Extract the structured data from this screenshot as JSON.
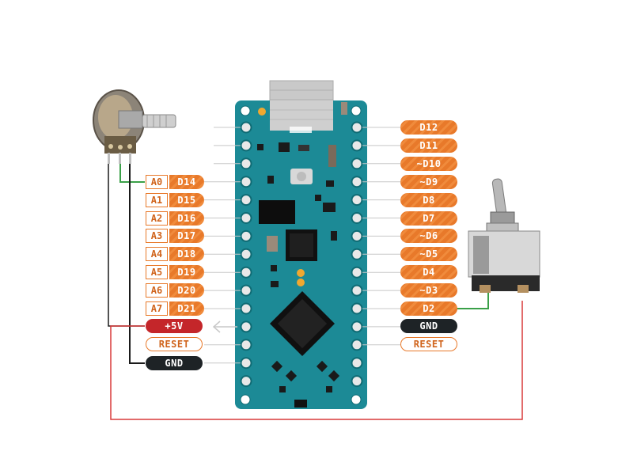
{
  "board": {
    "left_pins": [
      {
        "analog": "A0",
        "digital": "D14"
      },
      {
        "analog": "A1",
        "digital": "D15"
      },
      {
        "analog": "A2",
        "digital": "D16"
      },
      {
        "analog": "A3",
        "digital": "D17"
      },
      {
        "analog": "A4",
        "digital": "D18"
      },
      {
        "analog": "A5",
        "digital": "D19"
      },
      {
        "analog": "A6",
        "digital": "D20"
      },
      {
        "analog": "A7",
        "digital": "D21"
      }
    ],
    "left_power": {
      "vcc": "+5V",
      "reset": "RESET",
      "gnd": "GND"
    },
    "right_pins": [
      "D12",
      "D11",
      "~D10",
      "~D9",
      "D8",
      "D7",
      "~D6",
      "~D5",
      "D4",
      "~D3",
      "D2"
    ],
    "right_power": {
      "gnd": "GND",
      "reset": "RESET"
    }
  },
  "colors": {
    "board": "#1c8a96",
    "pin_orange": "#e8792a",
    "wire_red": "#d83a3a",
    "wire_black": "#1a1a1a",
    "wire_green": "#3aa048",
    "power_red": "#c4262a",
    "power_black": "#1e2326"
  },
  "components": {
    "potentiometer": "potentiometer-icon",
    "toggle_switch": "toggle-switch-icon"
  }
}
